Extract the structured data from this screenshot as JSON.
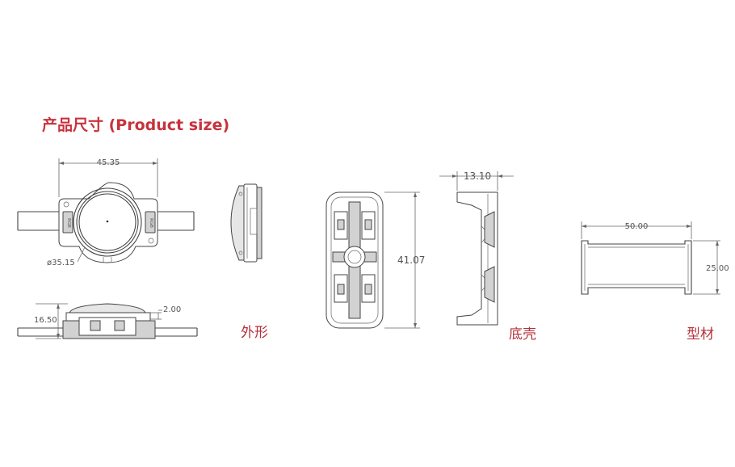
{
  "title": "产品尺寸 (Product size)",
  "captions": {
    "appearance": "外形",
    "bottom_shell": "底壳",
    "profile": "型材"
  },
  "dimensions": {
    "module_width": "45.35",
    "lens_diameter": "ø35.15",
    "module_height": "16.50",
    "lens_protrusion": "2.00",
    "shell_length": "41.07",
    "shell_height": "13.10",
    "profile_width": "50.00",
    "profile_height": "25.00"
  },
  "labels": {
    "left_tab": "RGB",
    "right_tab": "RGB"
  },
  "colors": {
    "title": "#c8323c",
    "caption": "#b5303a",
    "line": "#444444"
  }
}
